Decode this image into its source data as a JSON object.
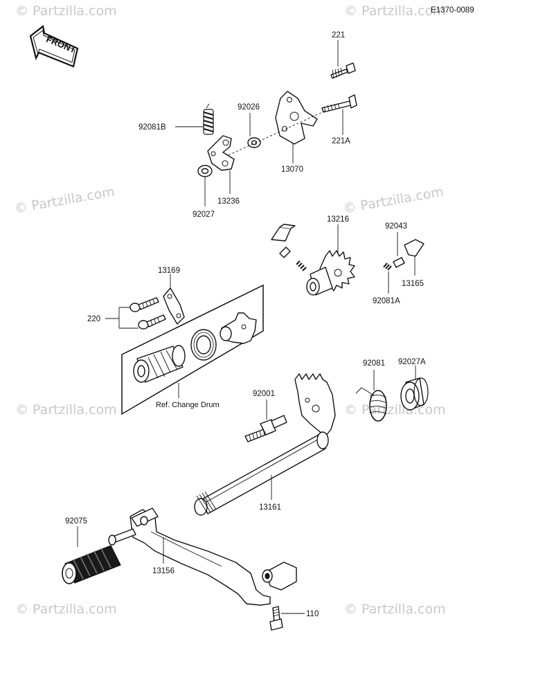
{
  "diagram": {
    "code": "E1370-0089",
    "front_label": "FRONT",
    "ref_label": "Ref. Change Drum",
    "watermark": "© Partzilla.com",
    "parts": {
      "p221": "221",
      "p221A": "221A",
      "p92026": "92026",
      "p92081B": "92081B",
      "p13070": "13070",
      "p13236": "13236",
      "p92027": "92027",
      "p13216": "13216",
      "p92043": "92043",
      "p13165": "13165",
      "p92081A": "92081A",
      "p13169": "13169",
      "p220": "220",
      "p92081": "92081",
      "p92027A": "92027A",
      "p92001": "92001",
      "p13161": "13161",
      "p92075": "92075",
      "p13156": "13156",
      "p110": "110"
    }
  }
}
